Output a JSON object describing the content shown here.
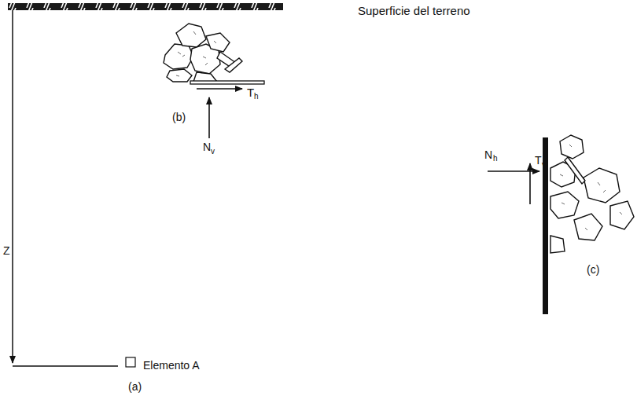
{
  "diagram": {
    "labels": [
      "Superficie del terreno",
      "Z",
      "Elemento A",
      "(a)",
      "(b)",
      "(c)",
      "T",
      "h",
      "N",
      "v",
      "N",
      "h",
      "T",
      "v"
    ]
  }
}
